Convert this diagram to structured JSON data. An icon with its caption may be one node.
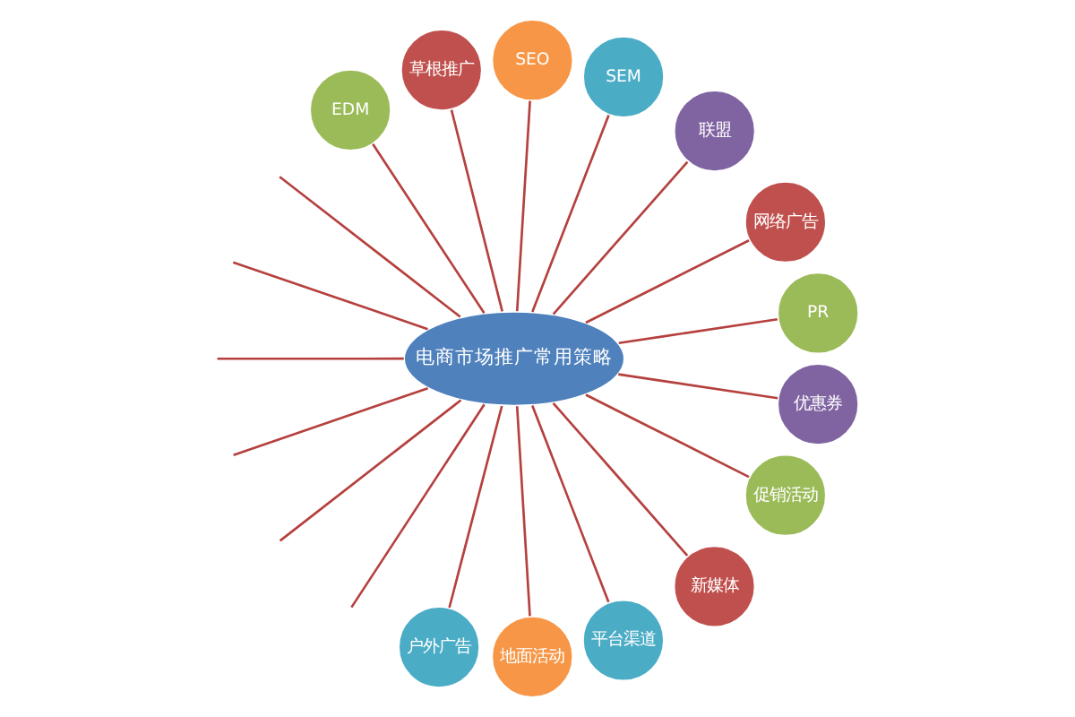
{
  "diagram": {
    "nodes": [
      {
        "text": [
          "电商市场推广常用策略"
        ]
      },
      {
        "text": [
          "PR"
        ]
      },
      {
        "text": [
          "网络广告"
        ]
      },
      {
        "text": [
          "联盟"
        ]
      },
      {
        "text": [
          "SEM"
        ]
      },
      {
        "text": [
          "SEO"
        ]
      },
      {
        "text": [
          "草根推广"
        ]
      },
      {
        "text": [
          "EDM"
        ]
      },
      {
        "text": [
          "户外广告"
        ]
      },
      {
        "text": [
          "地面活动"
        ]
      },
      {
        "text": [
          "平台渠道"
        ]
      },
      {
        "text": [
          "新媒体"
        ]
      },
      {
        "text": [
          "促销活动"
        ]
      },
      {
        "text": [
          "优惠券"
        ]
      }
    ],
    "edges": [
      {
        "from": 0,
        "to": 1,
        "arrow": "none"
      },
      {
        "from": 0,
        "to": 2,
        "arrow": "none"
      },
      {
        "from": 0,
        "to": 3,
        "arrow": "none"
      },
      {
        "from": 0,
        "to": 4,
        "arrow": "none"
      },
      {
        "from": 0,
        "to": 5,
        "arrow": "none"
      },
      {
        "from": 0,
        "to": 6,
        "arrow": "none"
      },
      {
        "from": 0,
        "to": 7,
        "arrow": "none"
      },
      {
        "from": 0,
        "to": null,
        "arrow": "none"
      },
      {
        "from": 0,
        "to": null,
        "arrow": "none"
      },
      {
        "from": 0,
        "to": null,
        "arrow": "none"
      },
      {
        "from": 0,
        "to": null,
        "arrow": "none"
      },
      {
        "from": 0,
        "to": null,
        "arrow": "none"
      },
      {
        "from": 0,
        "to": null,
        "arrow": "none"
      },
      {
        "from": 0,
        "to": 8,
        "arrow": "none"
      },
      {
        "from": 0,
        "to": 9,
        "arrow": "none"
      },
      {
        "from": 0,
        "to": 10,
        "arrow": "none"
      },
      {
        "from": 0,
        "to": 11,
        "arrow": "none"
      },
      {
        "from": 0,
        "to": 12,
        "arrow": "none"
      },
      {
        "from": 0,
        "to": 13,
        "arrow": "none"
      }
    ]
  }
}
